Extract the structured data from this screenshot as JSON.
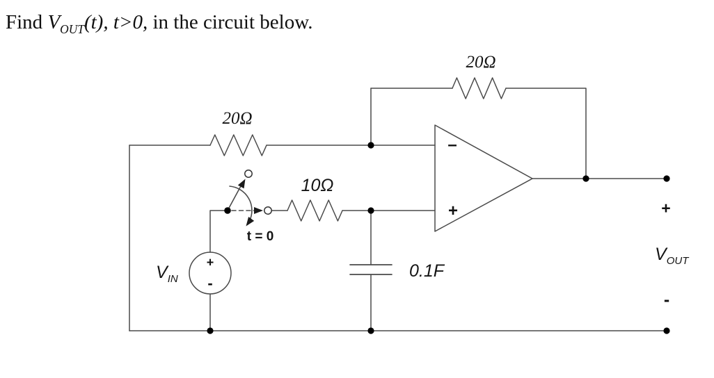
{
  "title": {
    "prefix": "Find ",
    "v": "V",
    "v_sub": "OUT",
    "math": "(t), t>0,",
    "suffix": " in the circuit below."
  },
  "components": {
    "feedback_resistor": "20Ω",
    "input_resistor": "20Ω",
    "noninverting_resistor": "10Ω",
    "capacitor": "0.1F",
    "switch_time": "t = 0",
    "source": {
      "name": "V",
      "sub": "IN",
      "plus": "+",
      "minus": "-"
    },
    "opamp": {
      "inverting": "–",
      "noninverting": "+"
    },
    "output": {
      "name": "V",
      "sub": "OUT",
      "plus": "+",
      "minus": "-"
    }
  },
  "colors": {
    "background": "#ffffff",
    "wire": "#4a4a4a",
    "node_dot": "#000000",
    "text": "#141414"
  }
}
